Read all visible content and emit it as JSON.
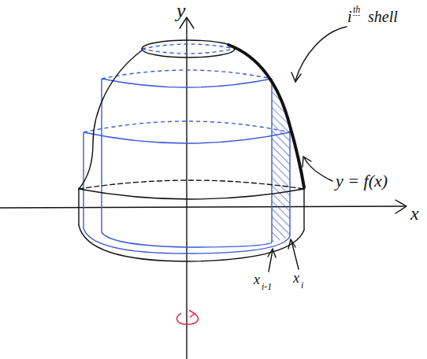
{
  "diagram": {
    "labels": [
      "y",
      "x",
      "i",
      "th",
      "shell",
      "y = f(x)",
      "x",
      "i-1",
      "x",
      "i"
    ]
  }
}
